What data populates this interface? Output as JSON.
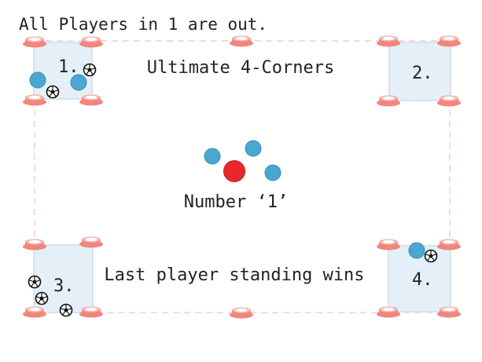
{
  "header": {
    "text": "All Players in 1 are out."
  },
  "title": "Ultimate 4-Corners",
  "center_label": "Number ‘1’",
  "footer_label": "Last player standing wins",
  "zones": [
    {
      "label": "1."
    },
    {
      "label": "2."
    },
    {
      "label": "3."
    },
    {
      "label": "4."
    }
  ],
  "colors": {
    "zone_fill": "#e4eff8",
    "cone": "#f2857d",
    "player": "#4aa7d1",
    "tagger": "#e8262c",
    "boundary": "#f1c4c4"
  },
  "icons": {
    "ball": "soccer-ball-icon",
    "cone": "cone-icon",
    "player": "player-icon"
  }
}
